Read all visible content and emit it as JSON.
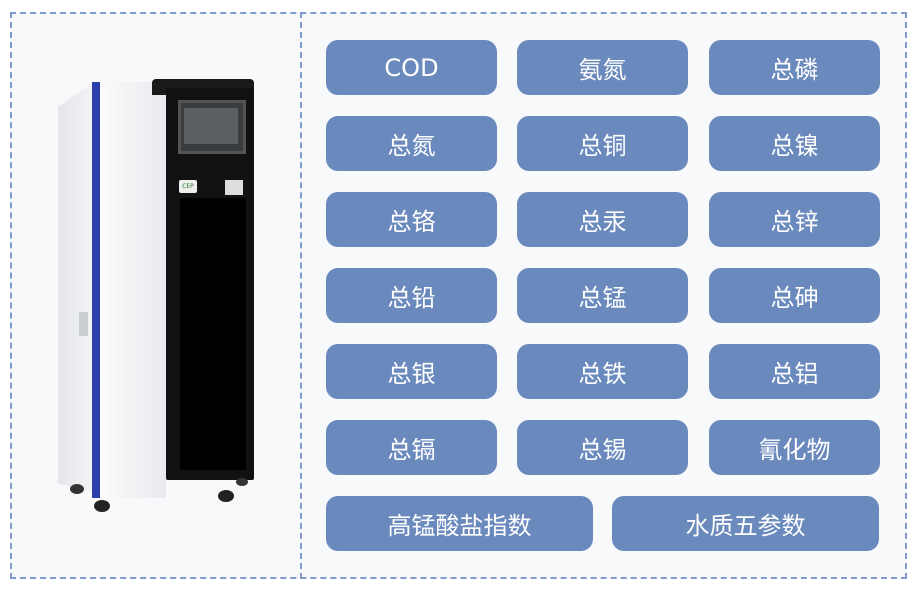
{
  "colors": {
    "button": "#6a89bd",
    "border": "#7f9bd0",
    "accent_blue": "#2a3fa8"
  },
  "product_image": {
    "label_logo": "CEP"
  },
  "parameters": [
    [
      "COD",
      "氨氮",
      "总磷"
    ],
    [
      "总氮",
      "总铜",
      "总镍"
    ],
    [
      "总铬",
      "总汞",
      "总锌"
    ],
    [
      "总铅",
      "总锰",
      "总砷"
    ],
    [
      "总银",
      "总铁",
      "总铝"
    ],
    [
      "总镉",
      "总锡",
      "氰化物"
    ]
  ],
  "wide_parameters": [
    "高锰酸盐指数",
    "水质五参数"
  ]
}
